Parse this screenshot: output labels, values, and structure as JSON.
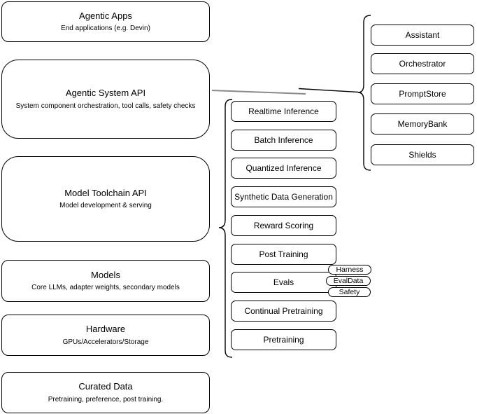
{
  "diagram": {
    "left_stack": [
      {
        "title": "Agentic Apps",
        "subtitle": "End applications (e.g. Devin)"
      },
      {
        "title": "Agentic System API",
        "subtitle": "System component orchestration, tool calls, safety checks"
      },
      {
        "title": "Model Toolchain API",
        "subtitle": "Model development & serving"
      },
      {
        "title": "Models",
        "subtitle": "Core LLMs, adapter weights, secondary models"
      },
      {
        "title": "Hardware",
        "subtitle": "GPUs/Accelerators/Storage"
      },
      {
        "title": "Curated Data",
        "subtitle": "Pretraining, preference, post training."
      }
    ],
    "toolchain_components": [
      "Realtime Inference",
      "Batch Inference",
      "Quantized Inference",
      "Synthetic Data Generation",
      "Reward Scoring",
      "Post Training",
      "Evals",
      "Continual Pretraining",
      "Pretraining"
    ],
    "evals_tags": [
      "Harness",
      "EvalData",
      "Safety"
    ],
    "system_components": [
      "Assistant",
      "Orchestrator",
      "PromptStore",
      "MemoryBank",
      "Shields"
    ],
    "colors": {
      "stroke": "#000000",
      "fill": "#ffffff",
      "connector_gray": "#8a8a8a"
    }
  }
}
